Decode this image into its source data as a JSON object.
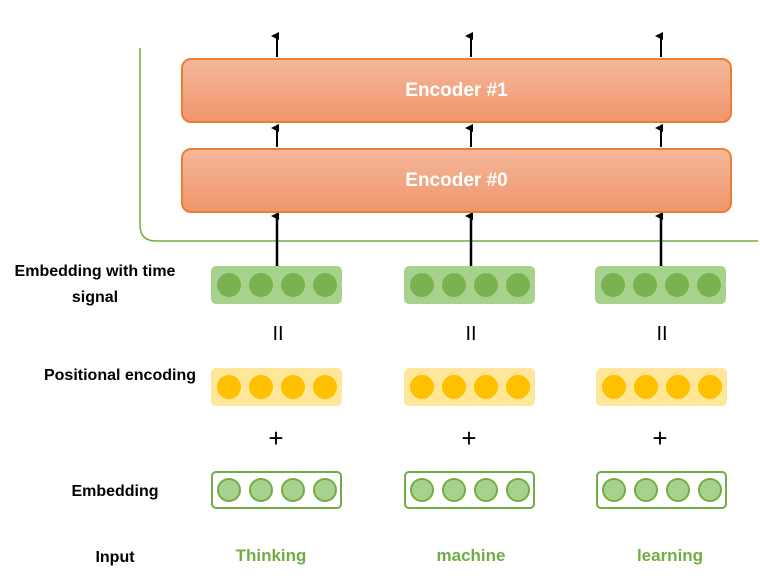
{
  "labels": {
    "time_signal": "Embedding with time signal",
    "positional": "Positional encoding",
    "embedding": "Embedding",
    "input": "Input"
  },
  "encoders": [
    {
      "label": "Encoder #1"
    },
    {
      "label": "Encoder #0"
    }
  ],
  "operators": {
    "equals": "II",
    "plus": "+"
  },
  "words": [
    "Thinking",
    "machine",
    "learning"
  ],
  "colors": {
    "encoder_border": "#ED7D31",
    "encoder_fill": "#F4B183",
    "time_signal_fill": "#A9D18E",
    "positional_fill": "#FFE699",
    "positional_dot": "#FFC000",
    "embedding_border": "#70AD47",
    "word_color": "#70AD47"
  }
}
